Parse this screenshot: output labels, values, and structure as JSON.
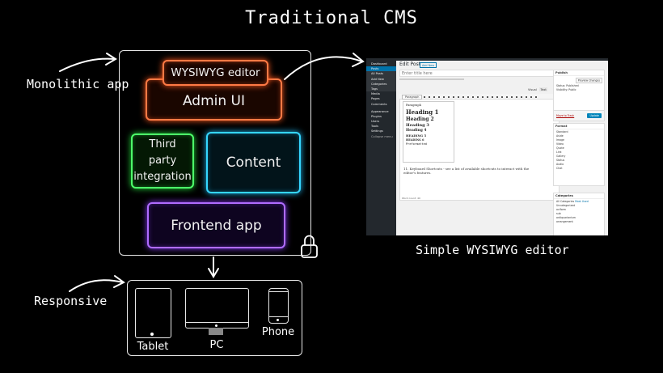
{
  "title": "Traditional CMS",
  "labels": {
    "monolithic": "Monolithic app",
    "responsive": "Responsive",
    "simple_editor": "Simple WYSIWYG editor"
  },
  "monolith": {
    "wysiwyg": "WYSIWYG editor",
    "admin_ui": "Admin UI",
    "third_party": "Third party integration",
    "content": "Content",
    "frontend": "Frontend app"
  },
  "devices": {
    "tablet": "Tablet",
    "pc": "PC",
    "phone": "Phone"
  },
  "screenshot": {
    "edit_post": "Edit Post",
    "add_new": "Add New",
    "title_placeholder": "Enter title here",
    "sidebar": [
      "Dashboard",
      "Posts",
      "All Posts",
      "Add New",
      "Categories",
      "Tags",
      "Media",
      "Pages",
      "Comments",
      "Appearance",
      "Plugins",
      "Users",
      "Tools",
      "Settings",
      "Collapse menu"
    ],
    "formats": [
      "Paragraph",
      "Heading 1",
      "Heading 2",
      "Heading 3",
      "Heading 4",
      "HEADING 5",
      "HEADING 6",
      "Preformatted"
    ],
    "publish": "Publish",
    "preview_changes": "Preview Changes",
    "status": "Status: Published",
    "visibility": "Visibility: Public",
    "move_trash": "Move to Trash",
    "update": "Update",
    "format": "Format",
    "format_options": [
      "Standard",
      "Aside",
      "Image",
      "Video",
      "Quote",
      "Link",
      "Gallery",
      "Status",
      "Audio",
      "Chat"
    ],
    "categories": "Categories",
    "cat_options": [
      "Uncategorized",
      "aciform",
      "sub",
      "antiquarianism",
      "arrangement"
    ],
    "all_categories": "All Categories",
    "most_used": "Most Used",
    "word_count": "Word count: 40",
    "shortcuts_text": "11. Keyboard Shortcuts - see a list of available shortcuts to interact with the editor's features.",
    "visual": "Visual",
    "text": "Text"
  }
}
